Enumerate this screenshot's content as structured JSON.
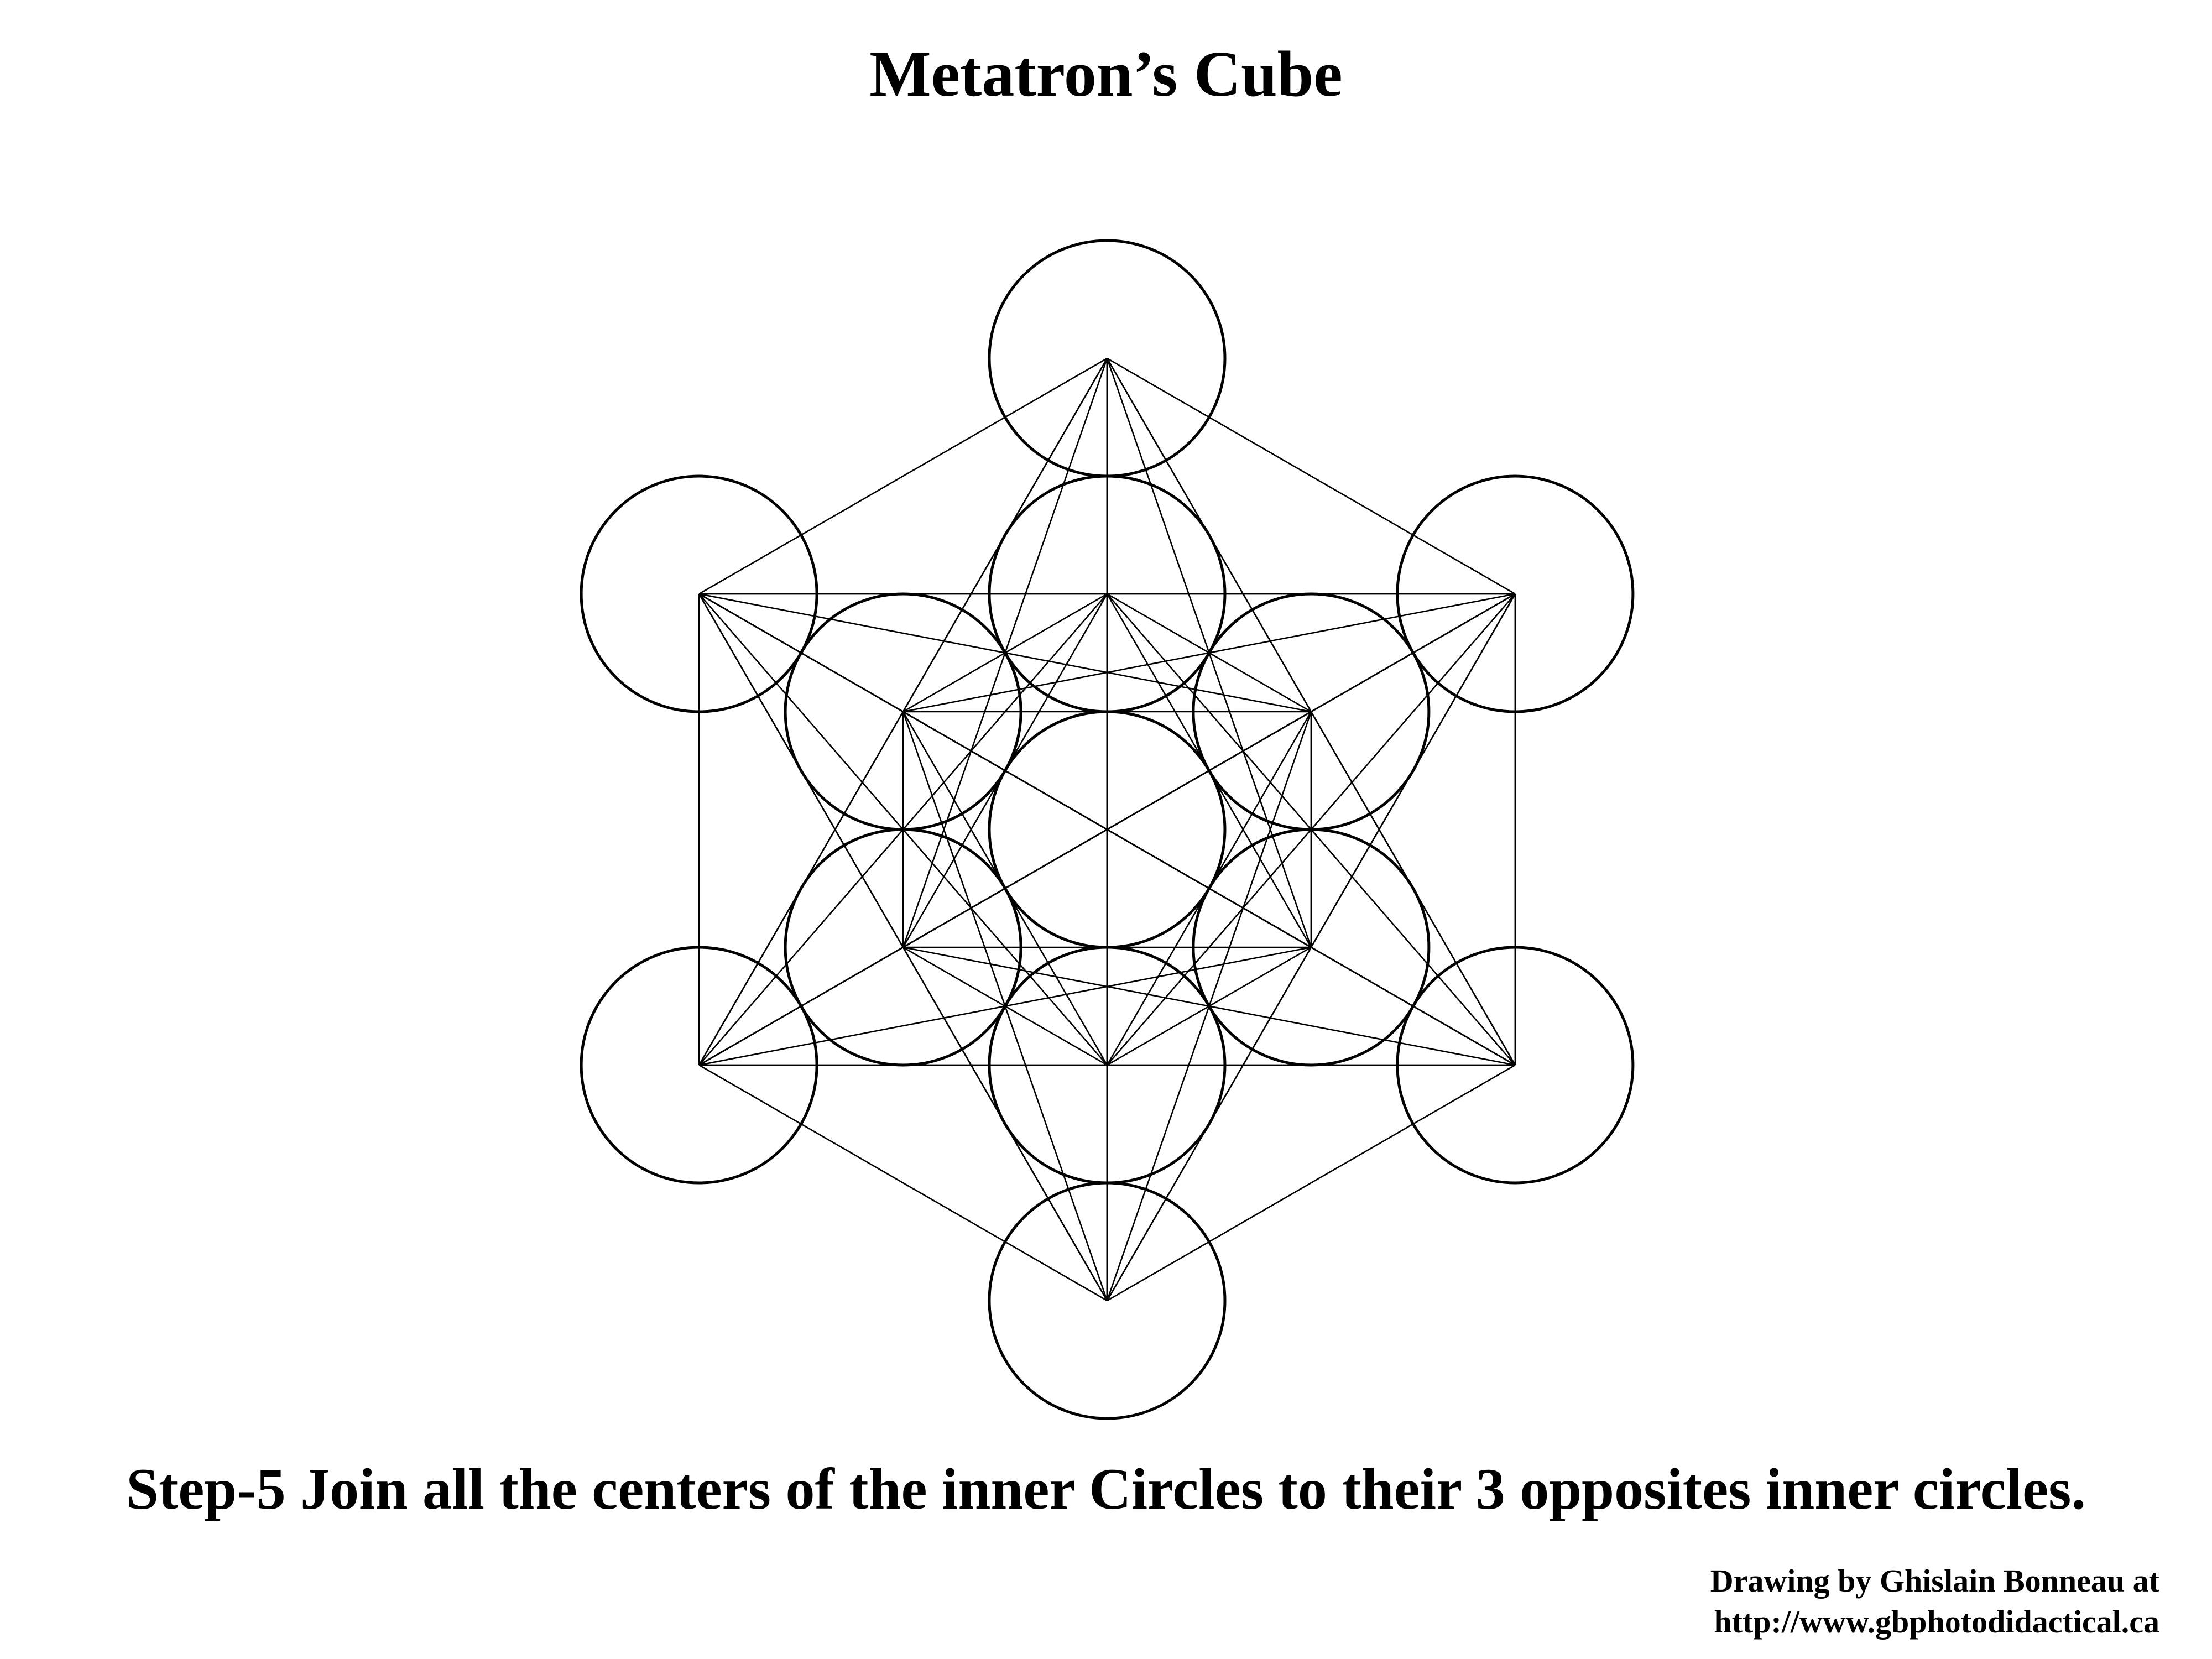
{
  "title": "Metatron’s Cube",
  "instruction": "Step-5 Join all the centers of the inner Circles to their 3 opposites inner circles.",
  "credit": {
    "line1": "Drawing by Ghislain Bonneau at",
    "line2": "http://www.gbphotodidactical.ca"
  },
  "colors": {
    "background": "#ffffff",
    "ink": "#000000"
  }
}
